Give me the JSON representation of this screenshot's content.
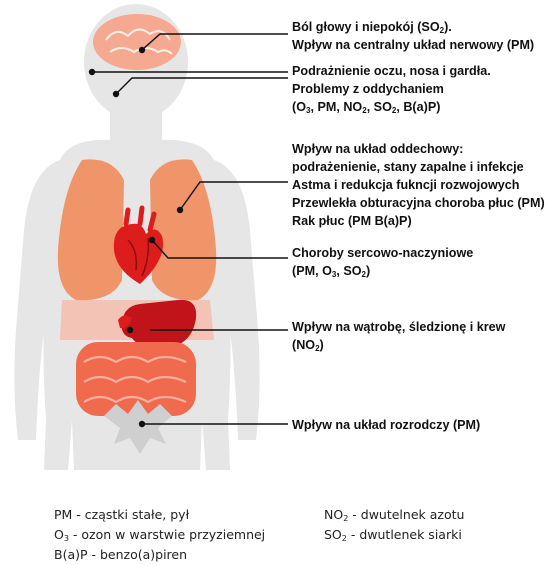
{
  "labels": {
    "brain": {
      "line1": {
        "pre": "Ból głowy i niepokój (SO",
        "sub": "2",
        "post": ")."
      },
      "line2": "Wpływ na centralny układ nerwowy (PM)"
    },
    "eyes": {
      "line1": "Podrażnienie oczu, nosa i gardła.",
      "line2": "Problemy z oddychaniem",
      "line3": {
        "p1": "(O",
        "s1": "3",
        "p2": ", PM, NO",
        "s2": "2",
        "p3": ", SO",
        "s3": "2",
        "p4": ", B(a)P)"
      }
    },
    "lungs": {
      "line1": "Wpływ na układ oddechowy:",
      "line2": "podrażenienie, stany zapalne i infekcje",
      "line3": "Astma i redukcja fukncji rozwojowych",
      "line4": "Przewlekła obturacyjna choroba płuc (PM)",
      "line5": "Rak płuc (PM B(a)P)"
    },
    "heart": {
      "line1": "Choroby sercowo-naczyniowe",
      "line2": {
        "p1": "(PM, O",
        "s1": "3",
        "p2": ", SO",
        "s2": "2",
        "p3": ")"
      }
    },
    "liver": {
      "line1": "Wpływ na wątrobę, śledzionę i krew",
      "line2": {
        "p1": "(NO",
        "s1": "2",
        "p2": ")"
      }
    },
    "reproductive": {
      "line1": "Wpływ na układ rozrodczy (PM)"
    }
  },
  "legend": {
    "pm": "PM - cząstki stałe, pył",
    "o3": {
      "p1": "O",
      "s1": "3",
      "p2": " - ozon w warstwie przyziemnej"
    },
    "bap": "B(a)P - benzo(a)piren",
    "no2": {
      "p1": "NO",
      "s1": "2",
      "p2": " - dwutelnek azotu"
    },
    "so2": {
      "p1": "SO",
      "s1": "2",
      "p2": " - dwutlenek siarki"
    }
  },
  "colors": {
    "body": "#e6e6e6",
    "lungs": "#f0956a",
    "heart": "#dd1c1c",
    "liver": "#c0141a",
    "intestine": "#f06a4e",
    "lower_torso": "#f3c3b6",
    "brain": "#f5a990",
    "reproductive": "#cfcfcf",
    "leader_lines": "#111111"
  }
}
